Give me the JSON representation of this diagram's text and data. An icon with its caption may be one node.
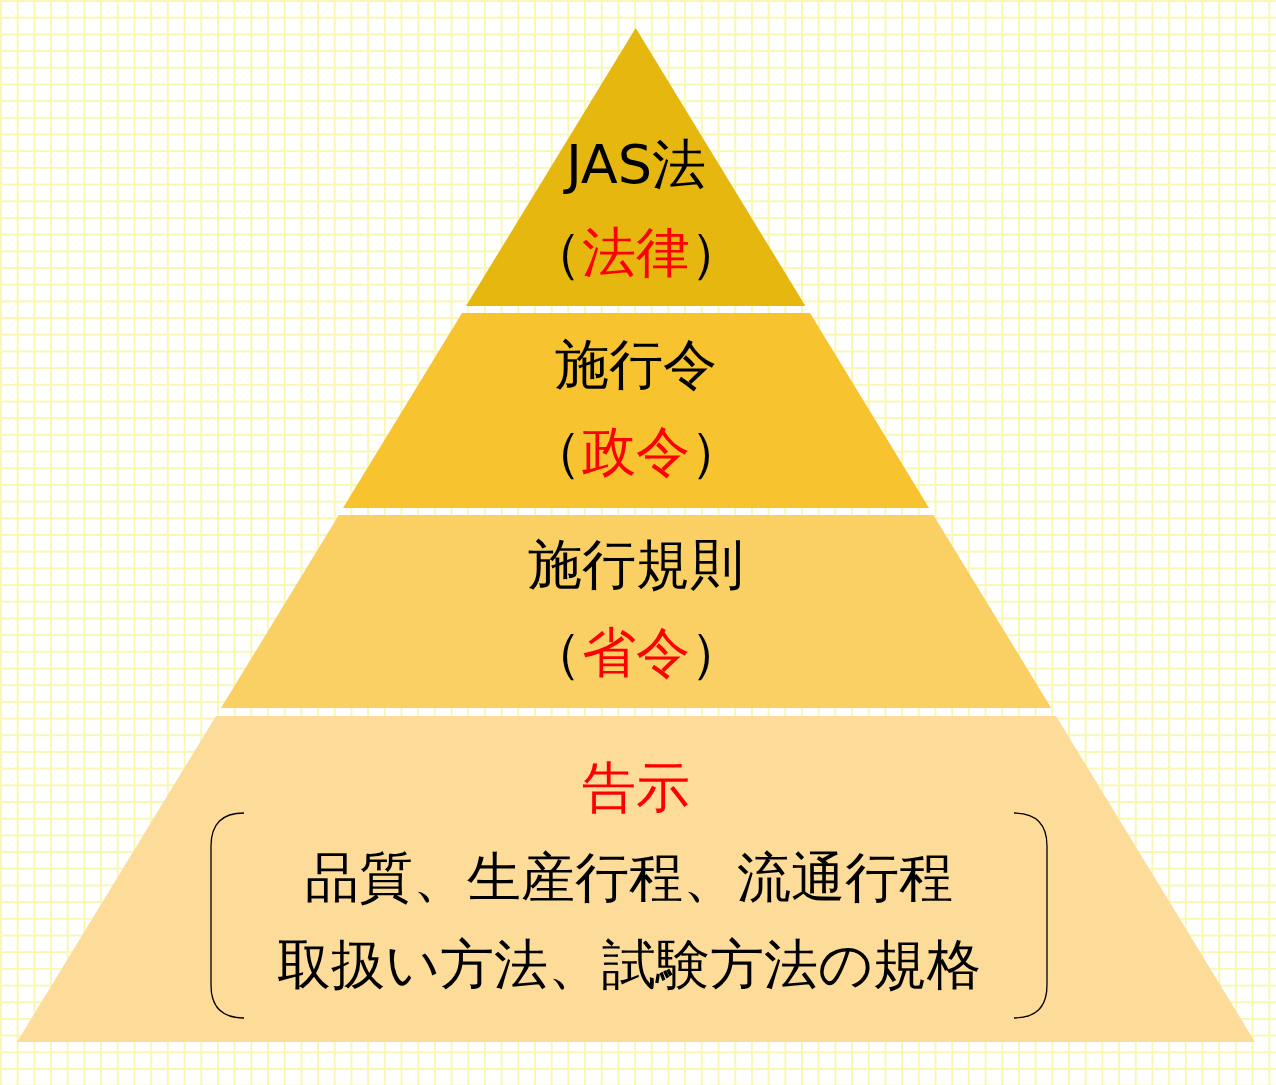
{
  "diagram": {
    "nodes": [
      {
        "text": [
          "JAS法",
          "（法律）"
        ]
      },
      {
        "text": [
          "施行令",
          "（政令）"
        ]
      },
      {
        "text": [
          "施行規則",
          "（省令）"
        ]
      },
      {
        "text": [
          "告示"
        ]
      },
      {
        "text": [
          "品質、生産行程、流通行程",
          "取扱い方法、試験方法の規格"
        ],
        "in": 3
      }
    ]
  }
}
